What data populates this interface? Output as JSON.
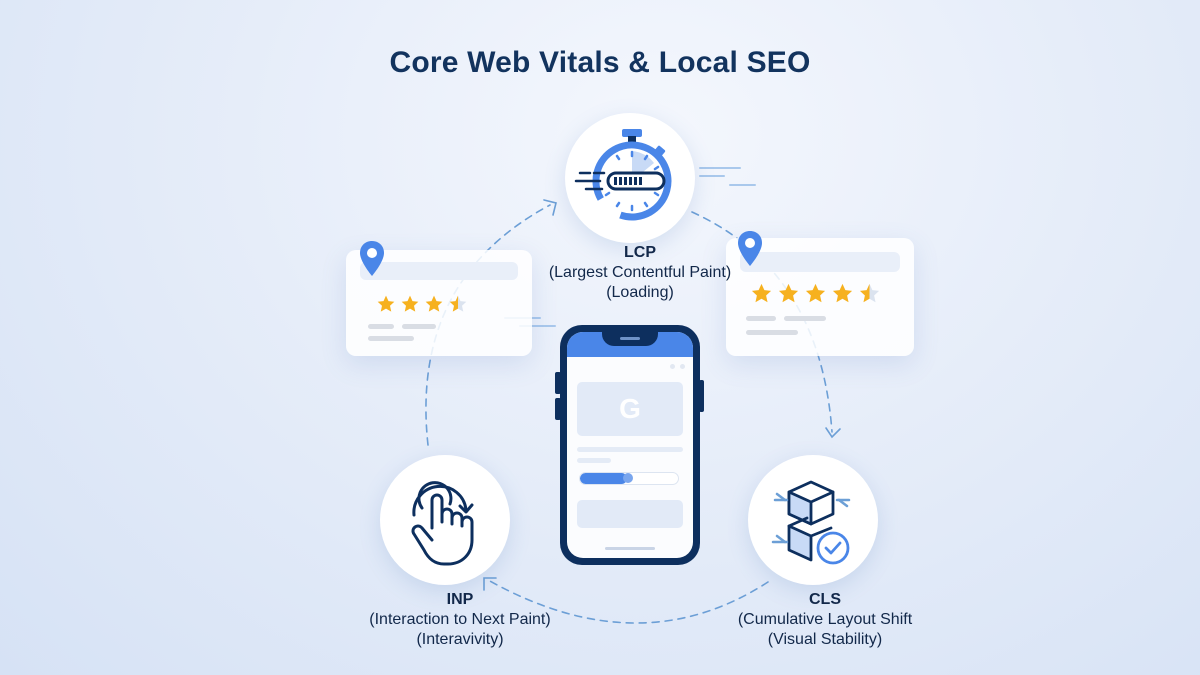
{
  "title": "Core Web Vitals & Local SEO",
  "colors": {
    "title": "#12335e",
    "primary_blue": "#4a86e8",
    "navy": "#0d2f5e",
    "star": "#f6b11f",
    "dashed_flow": "#6c9fd6",
    "light_block": "#e2eaf7"
  },
  "metrics": [
    {
      "id": "lcp",
      "abbr": "LCP",
      "full": "(Largest Contentful Paint)",
      "category": "(Loading)",
      "icon": "stopwatch-icon"
    },
    {
      "id": "inp",
      "abbr": "INP",
      "full": "(Interaction to Next Paint)",
      "category": "(Interavivity)",
      "icon": "tap-hand-icon"
    },
    {
      "id": "cls",
      "abbr": "CLS",
      "full": "(Cumulative Layout Shift",
      "category": "(Visual Stability)",
      "icon": "stacked-cubes-check-icon"
    }
  ],
  "review_cards": [
    {
      "id": "left",
      "rating": 3.5,
      "stars_total": 4,
      "icon": "map-pin-icon"
    },
    {
      "id": "right",
      "rating": 4.5,
      "stars_total": 5,
      "icon": "map-pin-icon"
    }
  ],
  "phone": {
    "search_logo": "G",
    "progress_percent": 48,
    "icon": "smartphone-icon"
  }
}
